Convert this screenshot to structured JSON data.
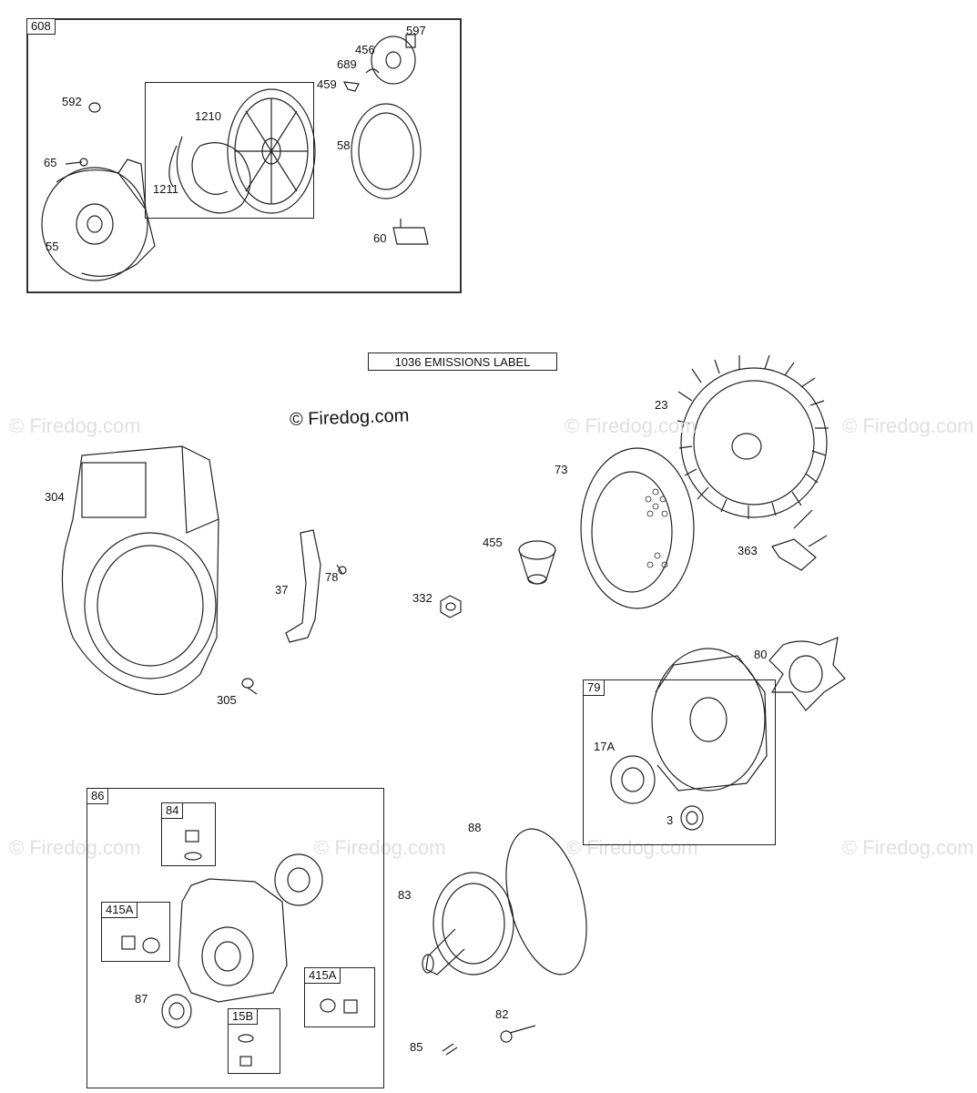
{
  "copyright_text": "© Firedog.com",
  "watermark_text": "© Firedog.com",
  "emissions_label": "1036 EMISSIONS LABEL",
  "assembly_boxes": {
    "b608": "608",
    "b79": "79",
    "b86": "86",
    "b84": "84",
    "b415a_left": "415A",
    "b415a_right": "415A",
    "b15b": "15B"
  },
  "callouts": {
    "c597": "597",
    "c456": "456",
    "c689": "689",
    "c459": "459",
    "c592": "592",
    "c1210": "1210",
    "c58": "58",
    "c65": "65",
    "c1211": "1211",
    "c55": "55",
    "c60": "60",
    "c23": "23",
    "c73": "73",
    "c304": "304",
    "c455": "455",
    "c363": "363",
    "c37": "37",
    "c78": "78",
    "c332": "332",
    "c80": "80",
    "c305": "305",
    "c17a": "17A",
    "c3": "3",
    "c88": "88",
    "c83": "83",
    "c87": "87",
    "c82": "82",
    "c85": "85"
  }
}
